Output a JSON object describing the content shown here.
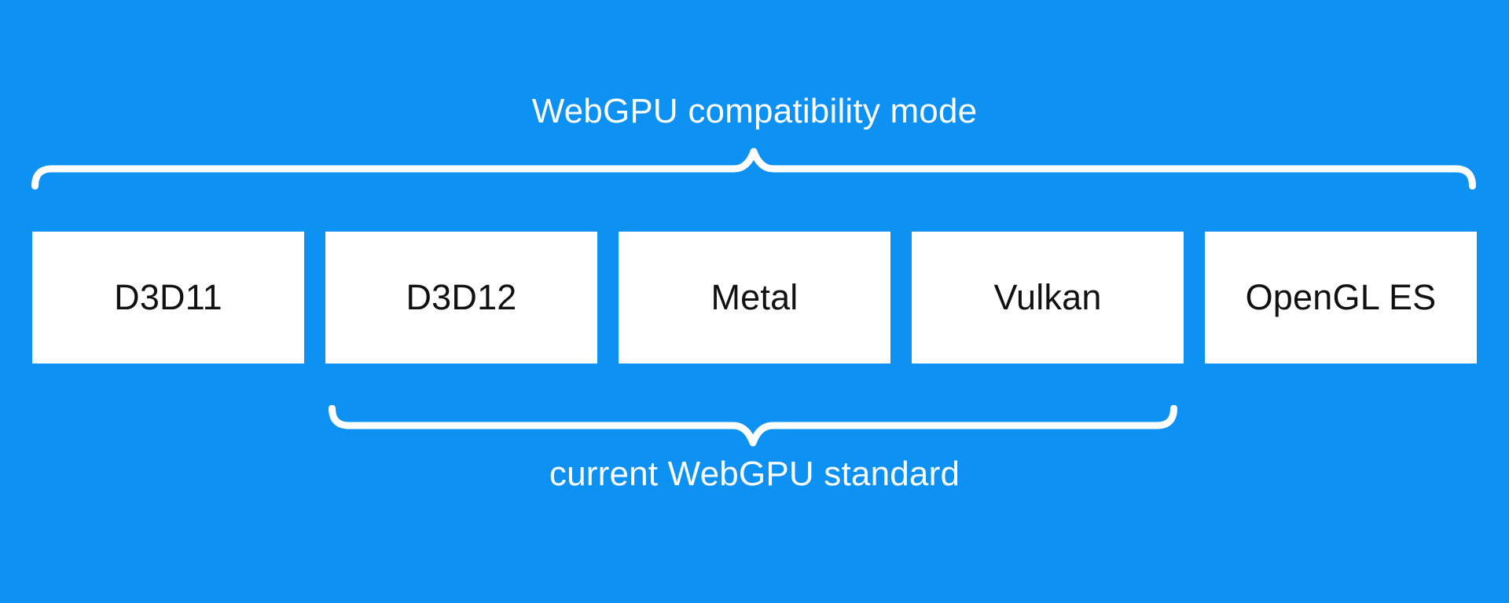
{
  "title": "WebGPU compatibility mode",
  "bottom_label": "current WebGPU standard",
  "boxes": [
    {
      "label": "D3D11"
    },
    {
      "label": "D3D12"
    },
    {
      "label": "Metal"
    },
    {
      "label": "Vulkan"
    },
    {
      "label": "OpenGL ES"
    }
  ],
  "colors": {
    "background": "#0d92f4",
    "box_background": "#ffffff",
    "box_text": "#111111",
    "label_text": "#ffffff",
    "brace": "#ffffff"
  }
}
